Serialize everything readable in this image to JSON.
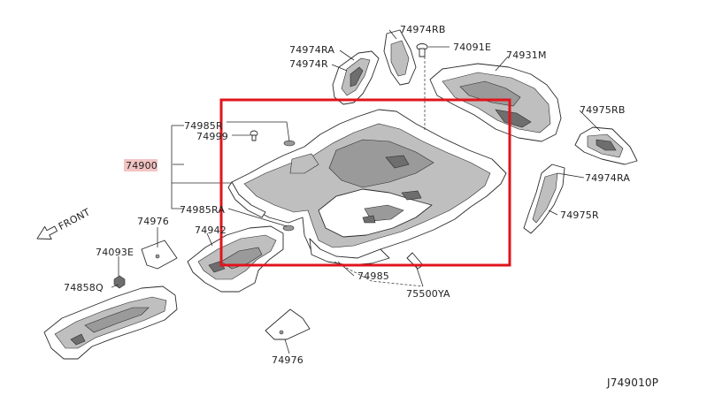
{
  "labels": {
    "p74974RB": "74974RB",
    "p74091E": "74091E",
    "p74974RA_top": "74974RA",
    "p74974R": "74974R",
    "p74931M": "74931M",
    "p74985R": "74985R",
    "p74999": "74999",
    "p74975RB": "74975RB",
    "p74900": "74900",
    "p74974RA_right": "74974RA",
    "p74985RA": "74985RA",
    "p74975R": "74975R",
    "p74976_top": "74976",
    "p74942": "74942",
    "p74093E": "74093E",
    "p74858Q": "74858Q",
    "p74985": "74985",
    "p75500YA": "75500YA",
    "p74976_bottom": "74976"
  },
  "front_label": "FRONT",
  "diagram_code": "J749010P",
  "colors": {
    "highlight_box": "#e0141c",
    "label_highlight": "#f3c4c4",
    "line": "#2a2a2a"
  },
  "icons": {
    "front_arrow": "arrow-down-left-icon"
  }
}
